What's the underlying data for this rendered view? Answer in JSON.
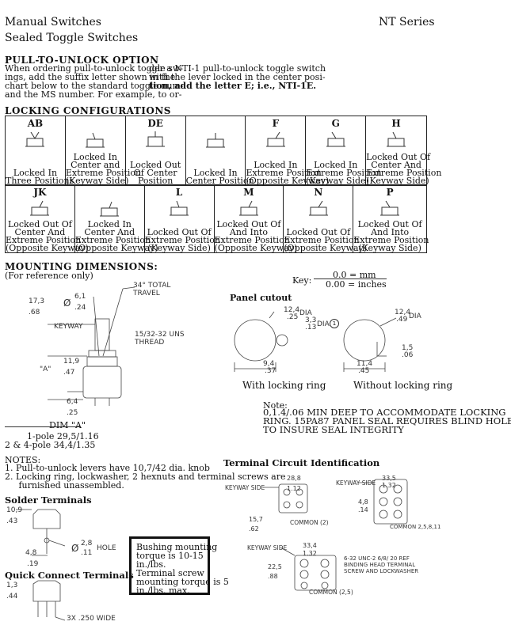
{
  "header": {
    "left_line1": "Manual Switches",
    "left_line2": "Sealed Toggle Switches",
    "right": "NT Series"
  },
  "pull_to_unlock": {
    "title": "PULL-TO-UNLOCK OPTION",
    "col1": [
      "When ordering pull-to-unlock toggle sw-",
      "ings, add the suffix letter shown in the",
      "chart below to the standard toggle num-",
      "and the MS number. For example, to or-"
    ],
    "col2": [
      "der a NTI-1 pull-to-unlock toggle switch",
      "with the lever locked in the center posi-",
      "tion, add the letter E; i.e., NTI-1E.",
      ""
    ]
  },
  "locking": {
    "title": "LOCKING CONFIGURATIONS",
    "row1": [
      {
        "code": "AB",
        "top": "",
        "desc": [
          "Locked In",
          "Three Positions"
        ]
      },
      {
        "code": "",
        "top": "",
        "desc": [
          "Locked In",
          "Center and",
          "Extreme Position",
          "(Keyway Side)"
        ]
      },
      {
        "code": "DE",
        "top": "",
        "desc": [
          "Locked Out",
          "Of Center",
          "Position"
        ]
      },
      {
        "code": "",
        "top": "",
        "desc": [
          "Locked In",
          "Center Position"
        ]
      },
      {
        "code": "F",
        "top": "",
        "desc": [
          "Locked In",
          "Extreme Position",
          "(Opposite Keyway)"
        ]
      },
      {
        "code": "G",
        "top": "",
        "desc": [
          "Locked In",
          "Extreme Position",
          "(Keyway Side)"
        ]
      },
      {
        "code": "H",
        "top": "",
        "desc": [
          "Locked Out Of",
          "Center And",
          "Extreme Position",
          "(Keyway Side)"
        ]
      }
    ],
    "row2": [
      {
        "code": "JK",
        "desc": [
          "Locked Out Of",
          "Center And",
          "Extreme Position",
          "(Opposite Keyway)"
        ]
      },
      {
        "code": "",
        "desc": [
          "Locked In",
          "Center And",
          "Extreme Position",
          "(Opposite Keyway)"
        ]
      },
      {
        "code": "L",
        "desc": [
          "Locked Out Of",
          "Extreme Position",
          "(Keyway Side)"
        ]
      },
      {
        "code": "M",
        "desc": [
          "Locked Out Of",
          "And Into",
          "Extreme Position",
          "(Opposite Keyway)"
        ]
      },
      {
        "code": "N",
        "desc": [
          "Locked Out Of",
          "Extreme Position",
          "(Opposite Keyway)"
        ]
      },
      {
        "code": "P",
        "desc": [
          "Locked Out Of",
          "And Into",
          "Extreme Position",
          "(Keyway Side)"
        ]
      }
    ]
  },
  "mounting": {
    "title": "MOUNTING DIMENSIONS:",
    "subtitle": "(For reference only)",
    "key_label": "Key:",
    "key_mm": "0.0 = mm",
    "key_in": "0.00 = inches",
    "dims": {
      "d1": "17,3",
      "d1i": ".68",
      "d2": "6,1",
      "d2i": ".24",
      "angle": "34° TOTAL",
      "angle2": "TRAVEL",
      "keyway": "KEYWAY",
      "thread1": "15/32-32 UNS",
      "thread2": "THREAD",
      "a": "\"A\"",
      "d3": "11,9",
      "d3i": ".47",
      "d4": "6,4",
      "d4i": ".25",
      "phi": "Ø"
    },
    "dim_a_title": "DIM \"A\"",
    "dim_a_1": "1-pole  29,5/1.16",
    "dim_a_2": "2 & 4-pole 34,4/1.35"
  },
  "panel": {
    "title": "Panel cutout",
    "l1": "12,4",
    "l1i": ".25",
    "l_dia": "DIA",
    "l2": "3,3",
    "l2i": ".13",
    "l_dia2": "DIA",
    "l3": "9,4",
    "l3i": ".37",
    "r1": "12,4",
    "r1i": ".49",
    "r_dia": "DIA",
    "r2": "1,5",
    "r2i": ".06",
    "r3": "11,4",
    "r3i": ".45",
    "cap_left": "With locking ring",
    "cap_right": "Without locking ring"
  },
  "note": {
    "title": "Note:",
    "lines": [
      "0,1.4/.06 MIN DEEP TO ACCOMMODATE LOCKING",
      "RING. 15PA87 PANEL SEAL REQUIRES BLIND HOLE",
      "TO INSURE SEAL INTEGRITY"
    ]
  },
  "notes": {
    "title": "NOTES:",
    "lines": [
      "1. Pull-to-unlock levers have 10,7/42 dia. knob",
      "2. Locking ring, lockwasher, 2 hexnuts and terminal screws are",
      "     furnished unassembled."
    ]
  },
  "terminal_circuit": {
    "title": "Terminal Circuit Identification",
    "keyway_side": "KEYWAY SIDE",
    "common2": "COMMON (2)",
    "d1": "28,8",
    "d1i": "1.12",
    "d2": "15,7",
    "d2i": ".62",
    "keyway_side2": "KEYWAY SIDE",
    "d3": "33,5",
    "d3i": "1.32",
    "d4": "4,8",
    "d4i": ".14",
    "common258": "COMMON 2,5,8,11",
    "keyway_side3": "KEYWAY SIDE",
    "d5": "33,4",
    "d5i": "1.32",
    "d6": "22,5",
    "d6i": ".88",
    "screw1": "6-32 UNC-2 6/8/ 20 REF",
    "screw2": "BINDING HEAD TERMINAL",
    "screw3": "SCREW AND LOCKWASHER",
    "common25": "COMMON (2,5)"
  },
  "solder": {
    "title": "Solder Terminals",
    "d1": "10,9",
    "d1i": ".43",
    "d2": "2,8",
    "d2i": ".11",
    "hole": "HOLE",
    "d3": "4,8",
    "d3i": ".19",
    "phi": "Ø"
  },
  "quick": {
    "title": "Quick Connect Terminals",
    "d1": "1,3",
    "d1i": ".44",
    "wide": "3X .250 WIDE"
  },
  "torque": {
    "lines": [
      "Bushing mounting",
      "torque is 10-15",
      "in./lbs.",
      "Terminal screw",
      "mounting torque is 5",
      "in./lbs. max."
    ]
  }
}
